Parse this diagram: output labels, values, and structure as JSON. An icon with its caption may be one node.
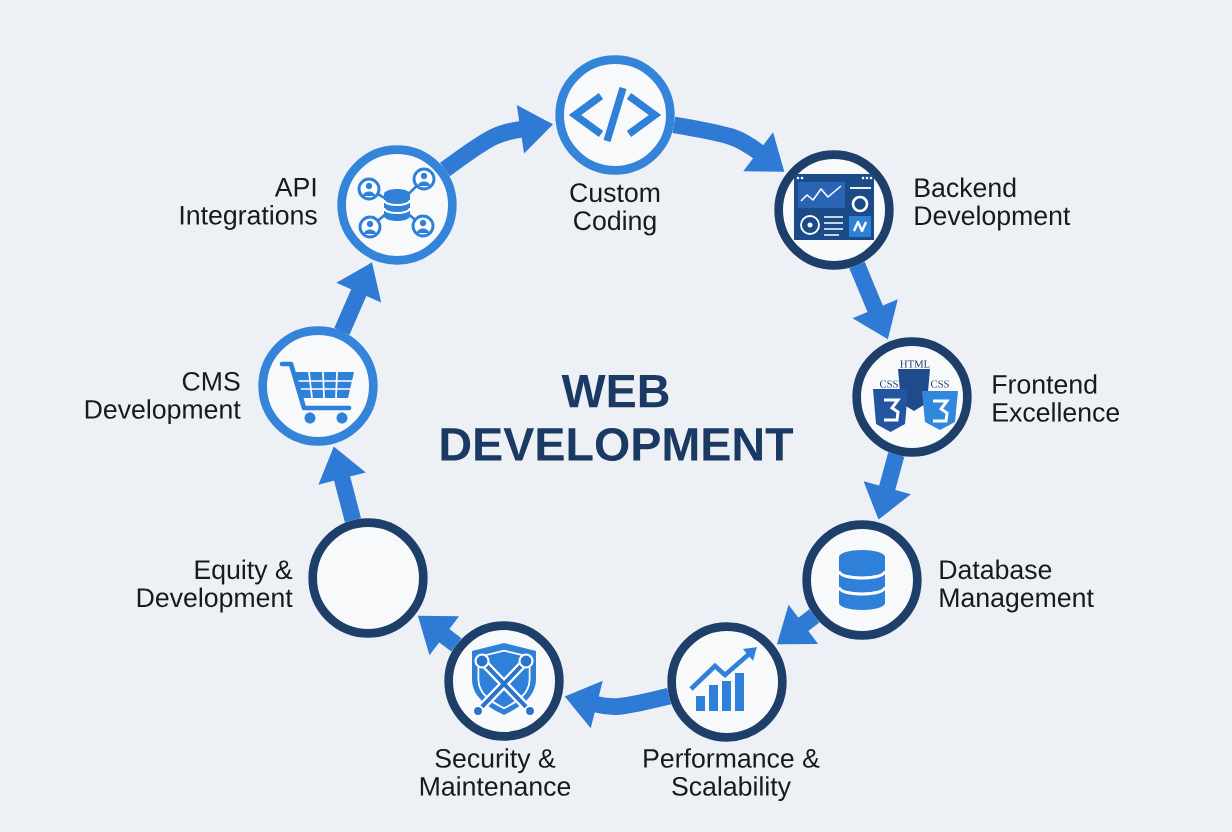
{
  "diagram": {
    "title": "WEB DEVELOPMENT",
    "nodes": [
      {
        "text": [
          "Custom Coding"
        ]
      },
      {
        "text": [
          "Backend Development"
        ]
      },
      {
        "text": [
          "Frontend Excellence"
        ]
      },
      {
        "text": [
          "Database Management"
        ]
      },
      {
        "text": [
          "Performance & Scalability"
        ]
      },
      {
        "text": [
          "Security & Maintenance"
        ]
      },
      {
        "text": [
          "Equity & Development"
        ]
      },
      {
        "text": [
          "CMS Development"
        ]
      },
      {
        "text": [
          "API Integrations"
        ]
      }
    ],
    "edges": [
      {
        "from": 8,
        "to": 0,
        "arrow": "to"
      },
      {
        "from": 0,
        "to": 1,
        "arrow": "to"
      },
      {
        "from": 1,
        "to": 2,
        "arrow": "to"
      },
      {
        "from": 2,
        "to": 3,
        "arrow": "to"
      },
      {
        "from": 3,
        "to": 4,
        "arrow": "to"
      },
      {
        "from": 4,
        "to": 5,
        "arrow": "to"
      },
      {
        "from": 5,
        "to": 6,
        "arrow": "to"
      },
      {
        "from": 6,
        "to": 7,
        "arrow": "to"
      },
      {
        "from": 7,
        "to": 8,
        "arrow": "to"
      }
    ],
    "labels": [
      "HTML",
      "CSS",
      "CSS"
    ]
  }
}
